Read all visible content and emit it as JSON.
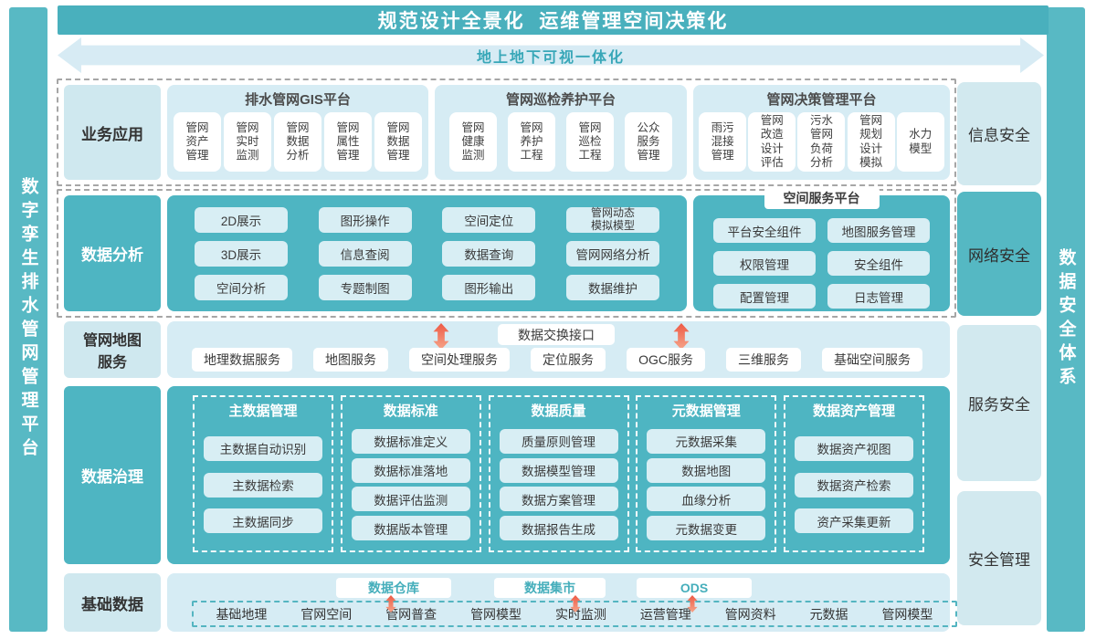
{
  "left_bar": {
    "title": "数字孪生排水管网管理平台"
  },
  "right_bar": {
    "title": "数据安全体系"
  },
  "banner": {
    "title": "规范设计全景化  运维管理空间决策化"
  },
  "arrow_banner": {
    "title": "地上地下可视一体化"
  },
  "security_column": {
    "items": [
      {
        "label": "信息安全"
      },
      {
        "label": "网络安全"
      },
      {
        "label": "服务安全"
      },
      {
        "label": "安全管理"
      }
    ]
  },
  "business": {
    "label": "业务应用",
    "groups": [
      {
        "title": "排水管网GIS平台",
        "cards": [
          "管网\n资产\n管理",
          "管网\n实时\n监测",
          "管网\n数据\n分析",
          "管网\n属性\n管理",
          "管网\n数据\n管理"
        ]
      },
      {
        "title": "管网巡检养护平台",
        "cards": [
          "管网\n健康\n监测",
          "管网\n养护\n工程",
          "管网\n巡检\n工程",
          "公众\n服务\n管理"
        ]
      },
      {
        "title": "管网决策管理平台",
        "cards": [
          "雨污\n混接\n管理",
          "管网\n改造\n设计\n评估",
          "污水\n管网\n负荷\n分析",
          "管网\n规划\n设计\n模拟",
          "水力\n模型"
        ]
      }
    ]
  },
  "analysis": {
    "label": "数据分析",
    "pills": [
      "2D展示",
      "图形操作",
      "空间定位",
      "管网动态\n模拟模型",
      "3D展示",
      "信息查阅",
      "数据查询",
      "管网网络分析",
      "空间分析",
      "专题制图",
      "图形输出",
      "数据维护"
    ],
    "platform": {
      "title": "空间服务平台",
      "pills": [
        "平台安全组件",
        "地图服务管理",
        "权限管理",
        "安全组件",
        "配置管理",
        "日志管理"
      ]
    }
  },
  "map_service": {
    "label": "管网地图\n服务",
    "exchange": "数据交换接口",
    "pills": [
      "地理数据服务",
      "地图服务",
      "空间处理服务",
      "定位服务",
      "OGC服务",
      "三维服务",
      "基础空间服务"
    ]
  },
  "governance": {
    "label": "数据治理",
    "sections": [
      {
        "title": "主数据管理",
        "pills": [
          "主数据自动识别",
          "主数据检索",
          "主数据同步"
        ]
      },
      {
        "title": "数据标准",
        "pills": [
          "数据标准定义",
          "数据标准落地",
          "数据评估监测",
          "数据版本管理"
        ]
      },
      {
        "title": "数据质量",
        "pills": [
          "质量原则管理",
          "数据模型管理",
          "数据方案管理",
          "数据报告生成"
        ]
      },
      {
        "title": "元数据管理",
        "pills": [
          "元数据采集",
          "数据地图",
          "血缘分析",
          "元数据变更"
        ]
      },
      {
        "title": "数据资产管理",
        "pills": [
          "数据资产视图",
          "数据资产检索",
          "资产采集更新"
        ]
      }
    ]
  },
  "base_data": {
    "label": "基础数据",
    "stores": [
      "数据仓库",
      "数据集市",
      "ODS"
    ],
    "items": [
      "基础地理",
      "官网空间",
      "管网普查",
      "管网模型",
      "实时监测",
      "运营管理",
      "管网资料",
      "元数据",
      "管网模型"
    ]
  },
  "colors": {
    "teal": "#4eb5c2",
    "sidebar_teal": "#58b9c4",
    "light_blue": "#d6ecf4",
    "label_blue": "#cfe8ef",
    "arrow_orange_top": "#ee5a45",
    "arrow_orange_bottom": "#f5a58a"
  }
}
